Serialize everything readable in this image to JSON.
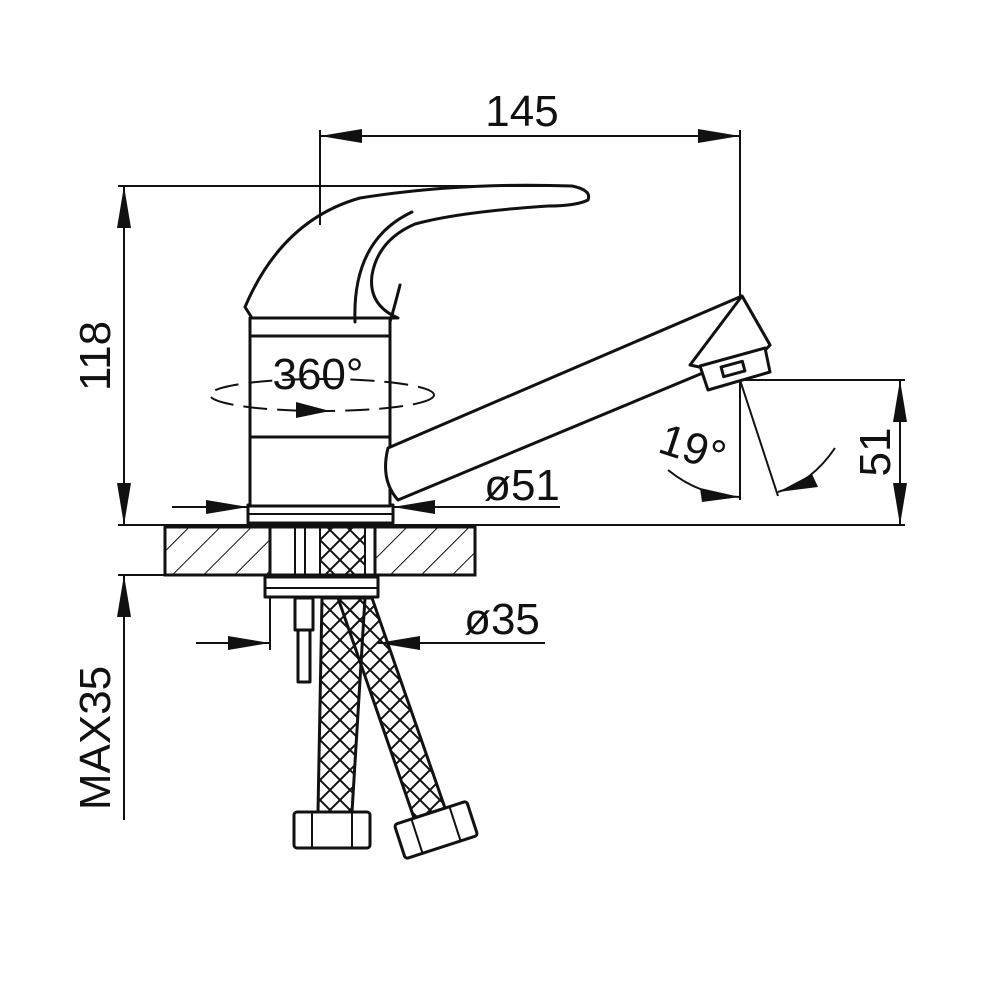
{
  "dimensions": {
    "width_145": "145",
    "height_118": "118",
    "rotation_360": "360°",
    "spout_angle_19": "19°",
    "spout_height_51": "51",
    "base_diameter_51": "ø51",
    "shank_diameter_35": "ø35",
    "max_counter_35": "MAX35"
  },
  "colors": {
    "line": "#111111",
    "background": "#ffffff"
  }
}
